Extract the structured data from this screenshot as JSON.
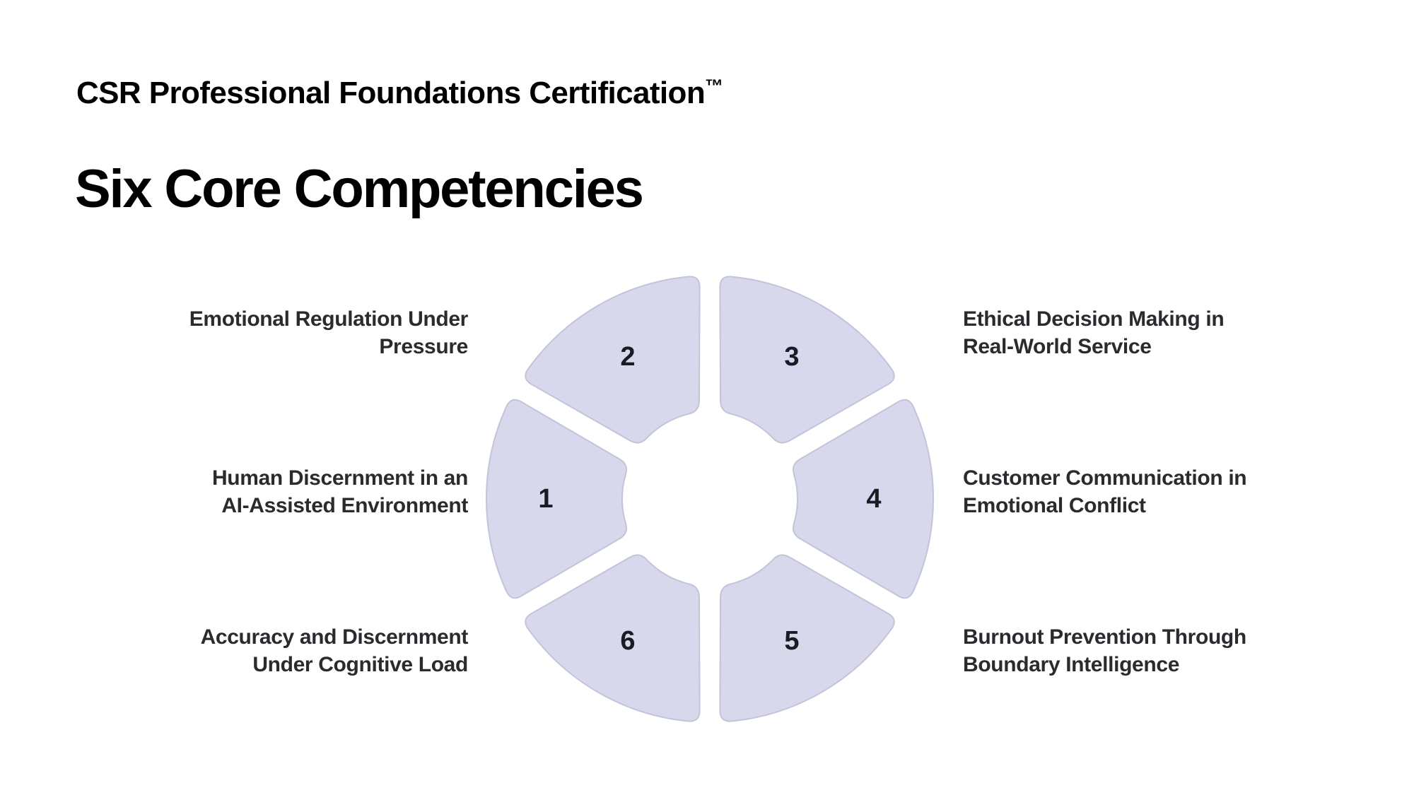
{
  "header": {
    "eyebrow": "CSR Professional Foundations Certification",
    "trademark": "™",
    "title": "Six Core Competencies"
  },
  "diagram": {
    "type": "segmented-donut",
    "segment_count": 6,
    "fill_color": "#d8d8ec",
    "stroke_color": "#c3c3da",
    "number_color": "#1b1b23",
    "label_color": "#2b2b2f",
    "background_color": "#ffffff",
    "segments": [
      {
        "number": "1",
        "side": "left",
        "label_line1": "Emotional Regulation Under",
        "label_line2": "Pressure"
      },
      {
        "number": "2",
        "side": "right",
        "label_line1": "Ethical Decision Making in",
        "label_line2": "Real-World Service"
      },
      {
        "number": "3",
        "side": "right",
        "label_line1": "Customer Communication in",
        "label_line2": "Emotional Conflict"
      },
      {
        "number": "4",
        "side": "right",
        "label_line1": "Burnout Prevention Through",
        "label_line2": "Boundary Intelligence"
      },
      {
        "number": "5",
        "side": "left",
        "label_line1": "Accuracy and Discernment",
        "label_line2": "Under Cognitive Load"
      },
      {
        "number": "6",
        "side": "left",
        "label_line1": "Human Discernment in an",
        "label_line2": "AI-Assisted Environment"
      }
    ]
  }
}
